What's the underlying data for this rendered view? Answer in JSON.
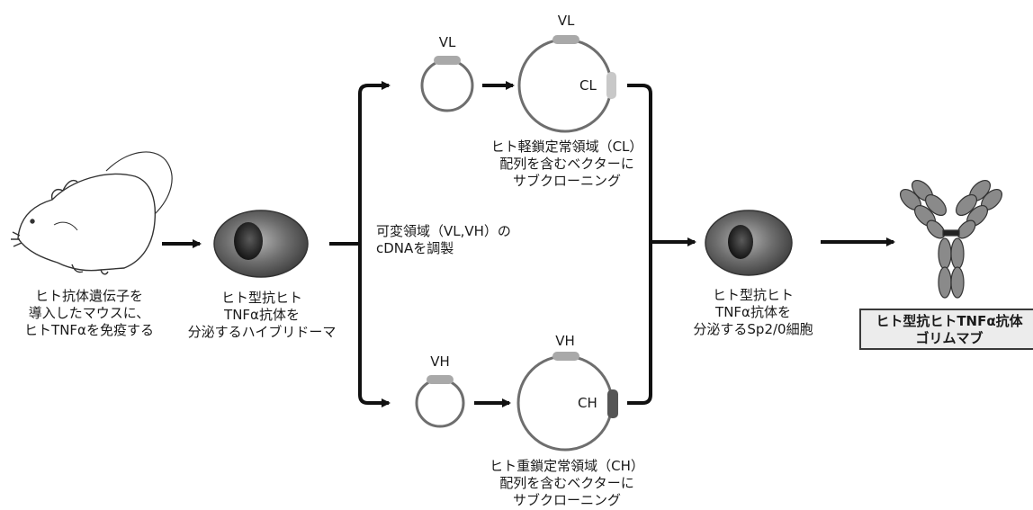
{
  "labels": {
    "mouse_caption": "ヒト抗体遺伝子を\n導入したマウスに、\nヒトTNFαを免疫する",
    "hybridoma_caption": "ヒト型抗ヒト\nTNFα抗体を\n分泌するハイブリドーマ",
    "cdna_caption": "可変領域（VL,VH）の\ncDNAを調製",
    "cl_caption": "ヒト軽鎖定常領域（CL）\n配列を含むベクターに\nサブクローニング",
    "ch_caption": "ヒト重鎖定常領域（CH）\n配列を含むベクターに\nサブクローニング",
    "sp2_caption": "ヒト型抗ヒト\nTNFα抗体を\n分泌するSp2/0細胞",
    "result_box": "ヒト型抗ヒトTNFα抗体\nゴリムマブ"
  },
  "plasmid_labels": {
    "vl_small": "VL",
    "vl_large": "VL",
    "cl": "CL",
    "vh_small": "VH",
    "vh_large": "VH",
    "ch": "CH"
  },
  "colors": {
    "arrow": "#111111",
    "plasmid_ring": "#6e6e6e",
    "insert_light": "#a9a9a9",
    "insert_cl": "#c8c8c8",
    "insert_ch": "#555555",
    "cell_body": "#6a6a6a",
    "cell_nucleus": "#1e1e1e",
    "antibody_fill": "#8a8a8a"
  },
  "icons": [
    "mouse-illustration",
    "hybridoma-cell-icon",
    "sp2-cell-icon",
    "antibody-icon"
  ]
}
